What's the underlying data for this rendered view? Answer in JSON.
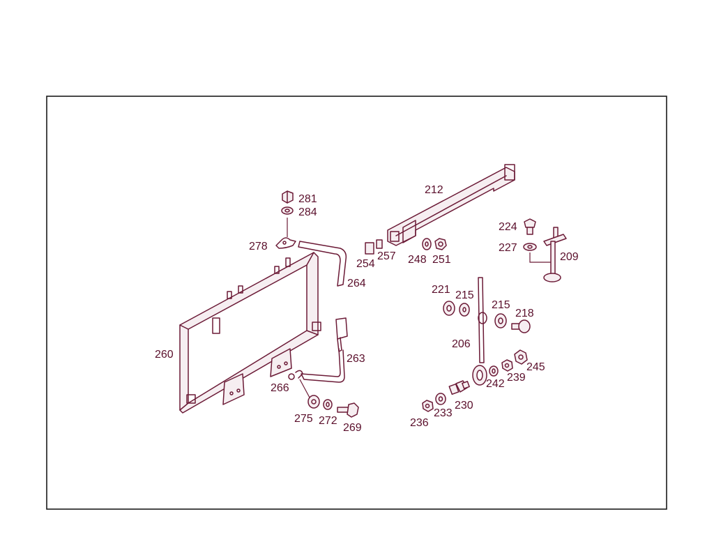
{
  "diagram": {
    "line_color": "#6b1a36",
    "text_color": "#5a0f2b",
    "frame_color": "#1a1a1a",
    "callouts": {
      "c281": "281",
      "c284": "284",
      "c278": "278",
      "c264": "264",
      "c260": "260",
      "c263": "263",
      "c266": "266",
      "c275": "275",
      "c272": "272",
      "c269": "269",
      "c212": "212",
      "c254": "254",
      "c257": "257",
      "c248": "248",
      "c251": "251",
      "c224": "224",
      "c227": "227",
      "c209": "209",
      "c221": "221",
      "c215a": "215",
      "c215b": "215",
      "c218": "218",
      "c206": "206",
      "c245": "245",
      "c239": "239",
      "c242": "242",
      "c230": "230",
      "c233": "233",
      "c236": "236"
    }
  }
}
